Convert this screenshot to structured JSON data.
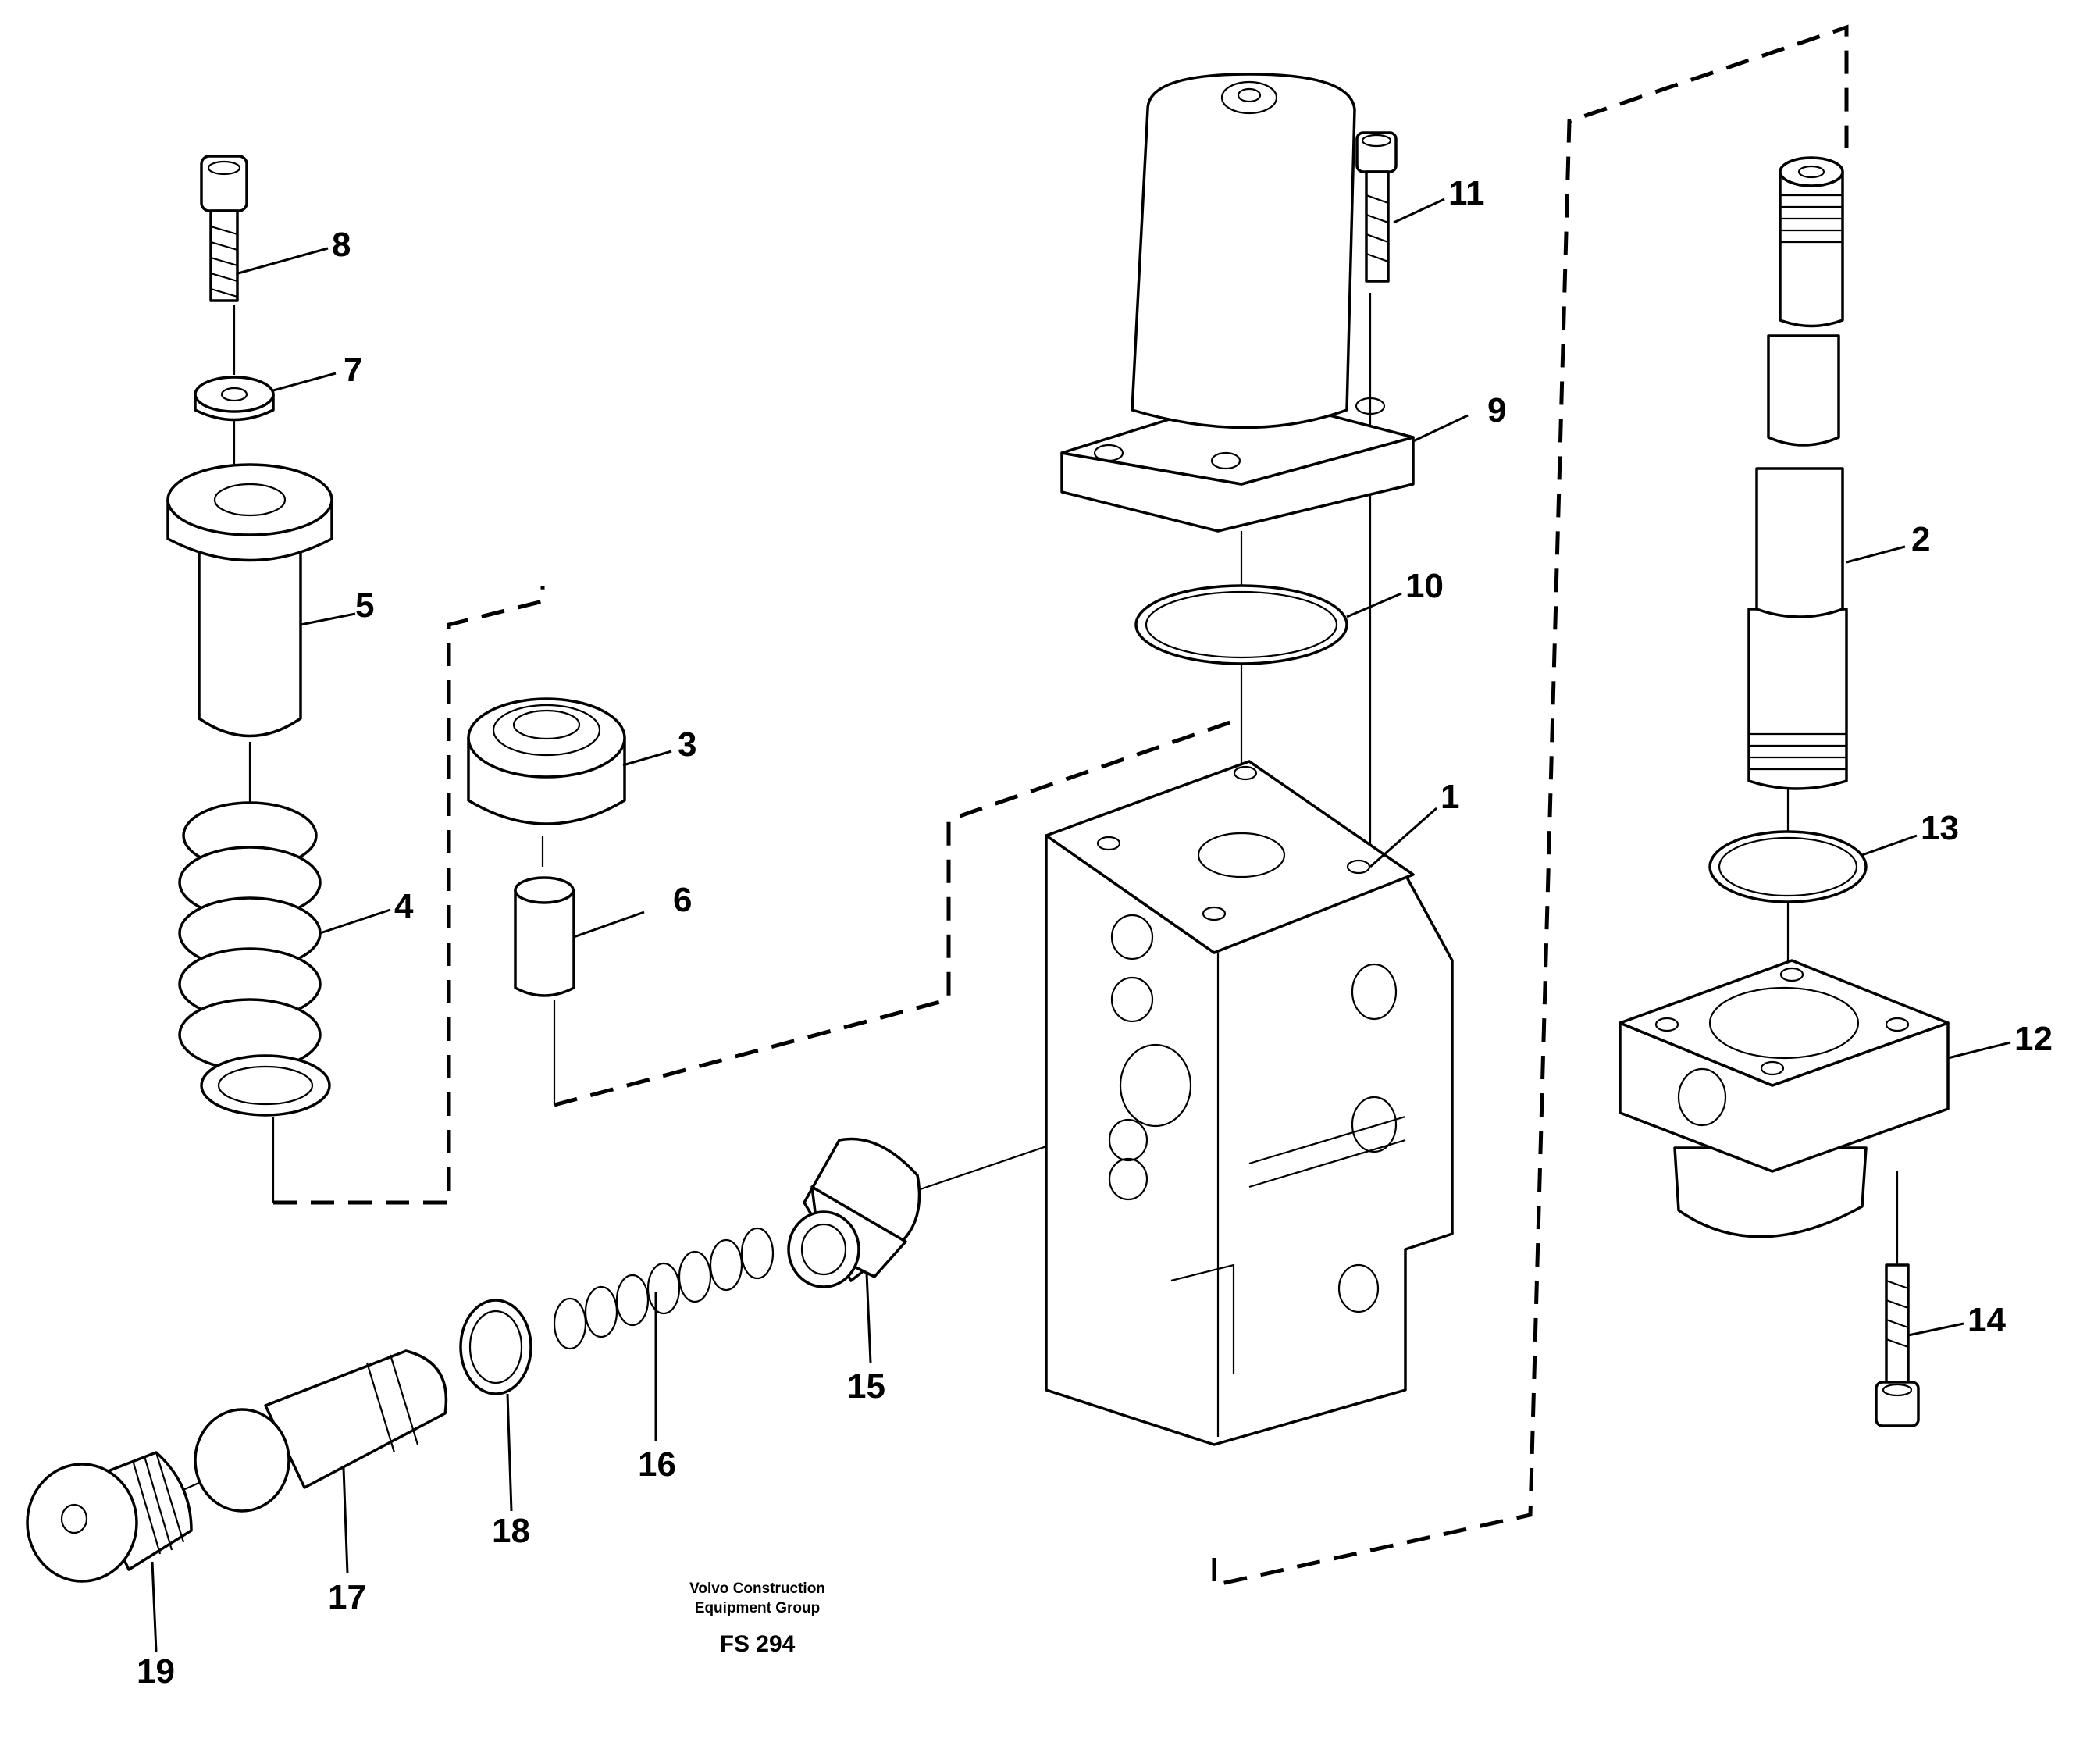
{
  "figure": {
    "callouts": {
      "p1": "1",
      "p2": "2",
      "p3": "3",
      "p4": "4",
      "p5": "5",
      "p6": "6",
      "p7": "7",
      "p8": "8",
      "p9": "9",
      "p10": "10",
      "p11": "11",
      "p12": "12",
      "p13": "13",
      "p14": "14",
      "p15": "15",
      "p16": "16",
      "p17": "17",
      "p18": "18",
      "p19": "19"
    },
    "credit_line1": "Volvo Construction",
    "credit_line2": "Equipment Group",
    "figure_code": "FS 294"
  }
}
